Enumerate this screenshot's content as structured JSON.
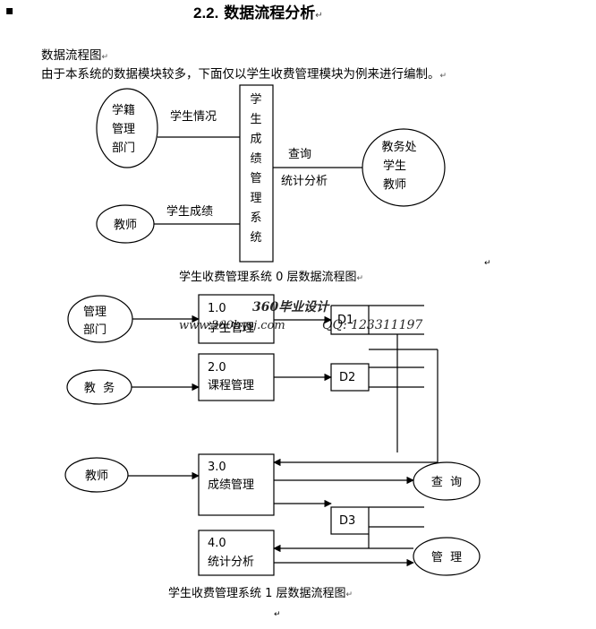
{
  "section": {
    "bullet": "▪",
    "number": "2.2.",
    "title": "数据流程分析",
    "mark": "↵"
  },
  "paragraphs": [
    {
      "text": "数据流程图",
      "mark": "↵"
    },
    {
      "text": "由于本系统的数据模块较多，下面仅以学生收费管理模块为例来进行编制。",
      "mark": "↵"
    }
  ],
  "diagram0": {
    "entities": {
      "registry": [
        "学籍",
        "管理",
        "部门"
      ],
      "teacher": "教师",
      "academic": [
        "教务处",
        "学生",
        "教师"
      ]
    },
    "system_chars": [
      "学",
      "生",
      "成",
      "绩",
      "管",
      "理",
      "系",
      "统"
    ],
    "flows": {
      "student_info": "学生情况",
      "student_scores": "学生成绩",
      "query": "查询",
      "analysis": "统计分析"
    },
    "caption": "学生收费管理系统 0 层数据流程图",
    "caption_mark": "↵",
    "stray_mark": "↵"
  },
  "diagram1": {
    "entities": {
      "management": [
        "管理",
        "部门"
      ],
      "academic_affairs": "教  务",
      "teacher": "教师",
      "query": "查  询",
      "manage": "管  理"
    },
    "processes": [
      {
        "id": "1.0",
        "name": "学生管理"
      },
      {
        "id": "2.0",
        "name": "课程管理"
      },
      {
        "id": "3.0",
        "name": "成绩管理"
      },
      {
        "id": "4.0",
        "name": "统计分析"
      }
    ],
    "stores": [
      "D1",
      "D2",
      "D3"
    ],
    "caption": "学生收费管理系统 1 层数据流程图",
    "caption_mark": "↵",
    "end_mark": "↵"
  },
  "watermark": {
    "brand": "360毕业设计",
    "site": "www.360bysj.com",
    "qq": "QQ: 123311197"
  }
}
